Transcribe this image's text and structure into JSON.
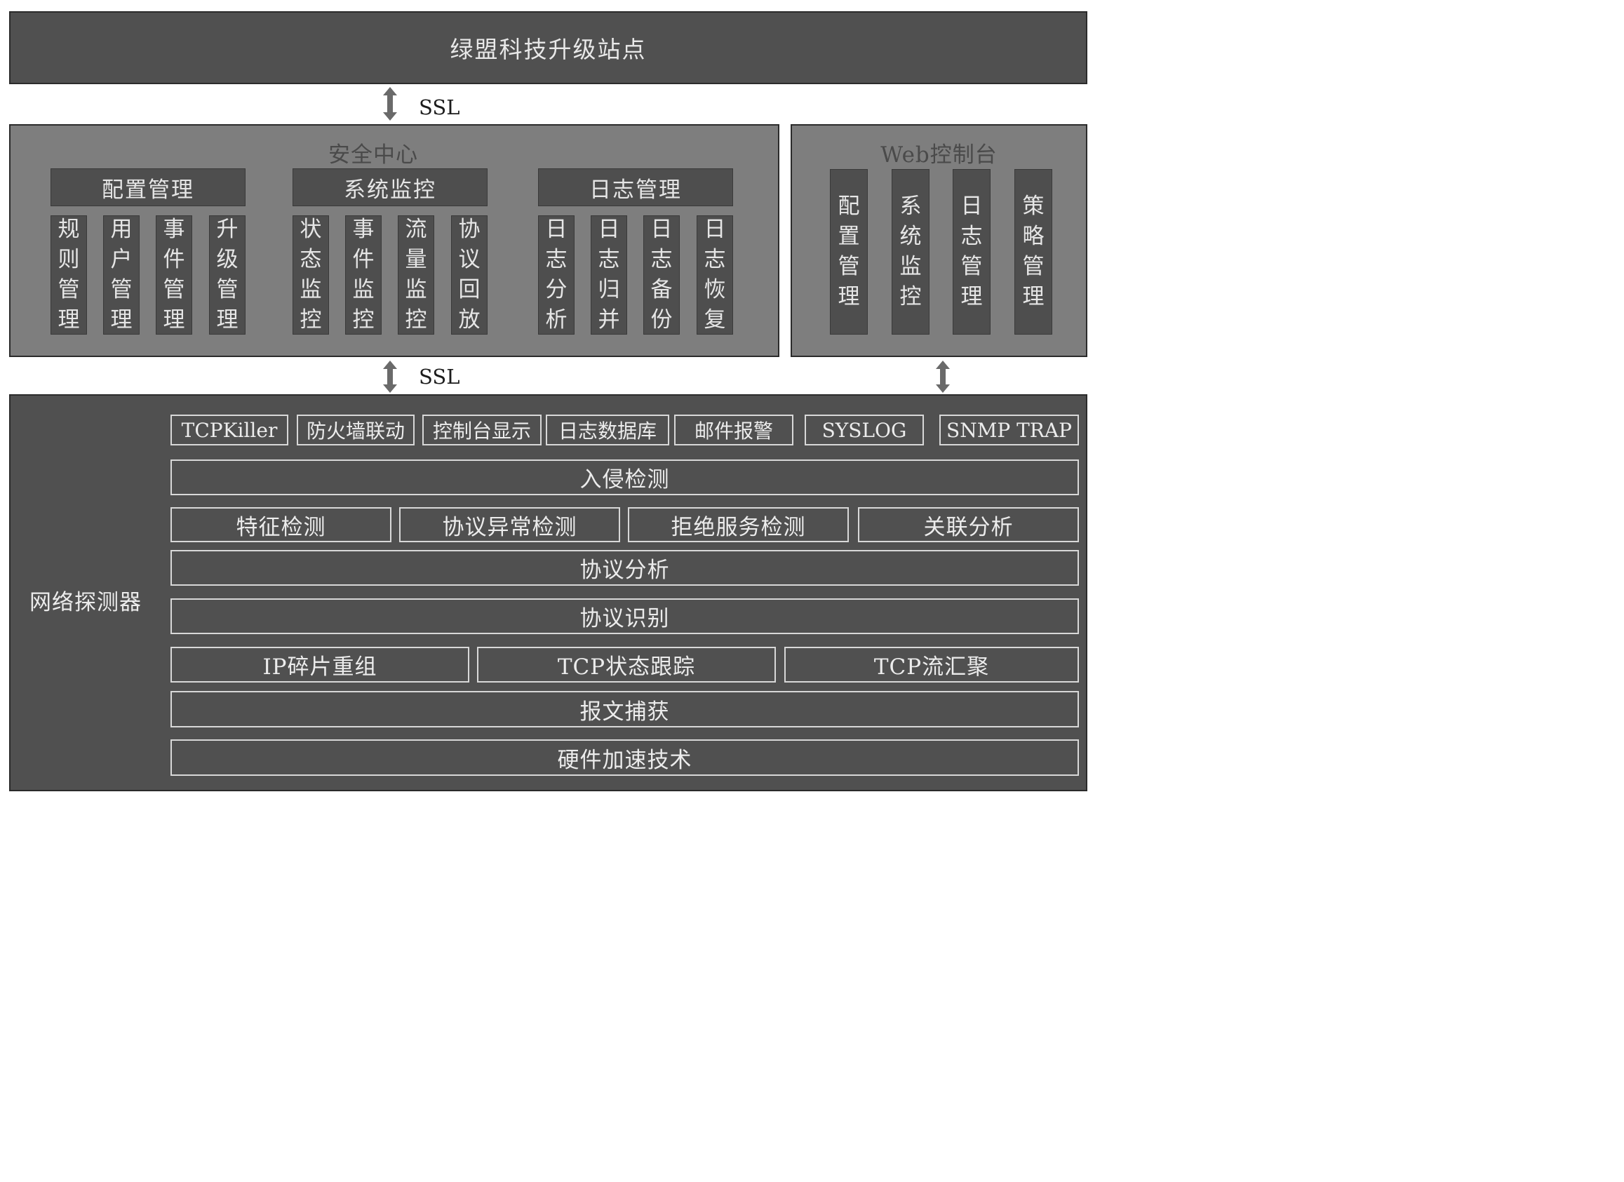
{
  "top_bar": {
    "title": "绿盟科技升级站点"
  },
  "connectors": {
    "ssl_upper": "SSL",
    "ssl_lower": "SSL"
  },
  "security_center": {
    "title": "安全中心",
    "groups": [
      {
        "head": "配置管理",
        "cols": [
          "规则管理",
          "用户管理",
          "事件管理",
          "升级管理"
        ]
      },
      {
        "head": "系统监控",
        "cols": [
          "状态监控",
          "事件监控",
          "流量监控",
          "协议回放"
        ]
      },
      {
        "head": "日志管理",
        "cols": [
          "日志分析",
          "日志归并",
          "日志备份",
          "日志恢复"
        ]
      }
    ]
  },
  "web_console": {
    "title": "Web控制台",
    "cols": [
      "配置管理",
      "系统监控",
      "日志管理",
      "策略管理"
    ]
  },
  "detector": {
    "label": "网络探测器",
    "outputs": [
      "TCPKiller",
      "防火墙联动",
      "控制台显示",
      "日志数据库",
      "邮件报警",
      "SYSLOG",
      "SNMP TRAP"
    ],
    "intrusion_detection": "入侵检测",
    "detections": [
      "特征检测",
      "协议异常检测",
      "拒绝服务检测",
      "关联分析"
    ],
    "protocol_analysis": "协议分析",
    "protocol_identification": "协议识别",
    "reassembly": [
      "IP碎片重组",
      "TCP状态跟踪",
      "TCP流汇聚"
    ],
    "packet_capture": "报文捕获",
    "hardware_acceleration": "硬件加速技术"
  }
}
